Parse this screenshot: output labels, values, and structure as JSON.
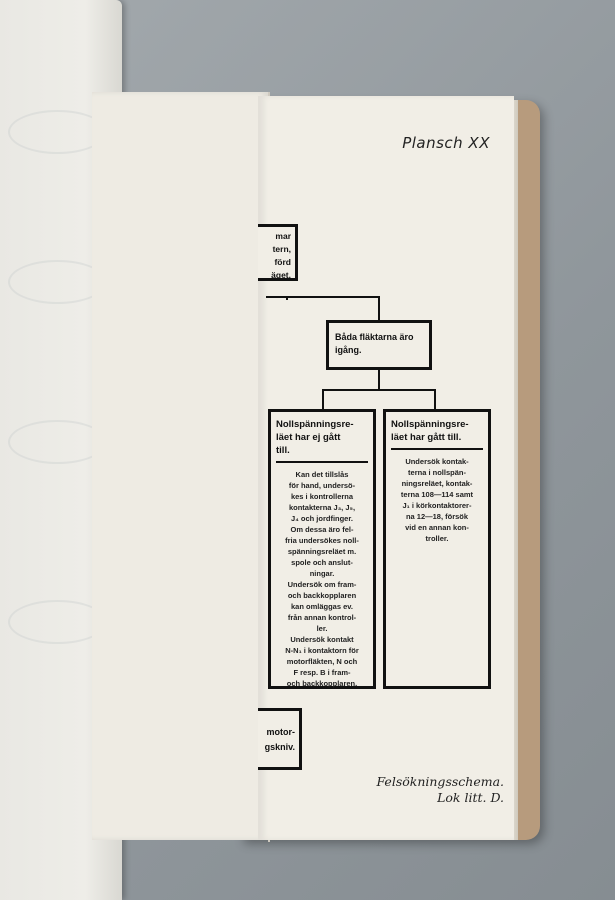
{
  "plate": {
    "title": "Plansch XX",
    "caption_line1": "Felsökningsschema.",
    "caption_line2": "Lok litt. D."
  },
  "flowchart": {
    "partial_top": [
      "mar",
      "tern,",
      "förd",
      "äget."
    ],
    "partial_bottom": [
      "motor-",
      "gskniv."
    ],
    "center_box": [
      "Båda fläktarna äro",
      "igång."
    ],
    "left_box": {
      "heading": "Nollspänningsre-\nläet har ej gått\ntill.",
      "body": "Kan det tillslås\nför hand, undersö-\nkes i kontrollerna\nkontakterna J₃, J₅,\nJ₄ och jordfinger.\nOm dessa äro fel-\nfria undersökes noll-\nspänningsreläet m.\nspole och anslut-\nningar.\nUndersök om fram-\noch backkopplaren\nkan omläggas ev.\nfrån annan kontrol-\nler.\nUndersök kontakt\nN-N₁ i kontaktorn för\nmotorfläkten, N och\nF resp. B i fram-\noch backkopplaren."
    },
    "right_box": {
      "heading": "Nollspänningsre-\nläet har gått till.",
      "body": "Undersök kontak-\nterna i nollspän-\nningsreläet, kontak-\nterna 108—114 samt\nJ₁ i körkontaktorer-\nna 12—18, försök\nvid en annan kon-\ntroller."
    }
  }
}
